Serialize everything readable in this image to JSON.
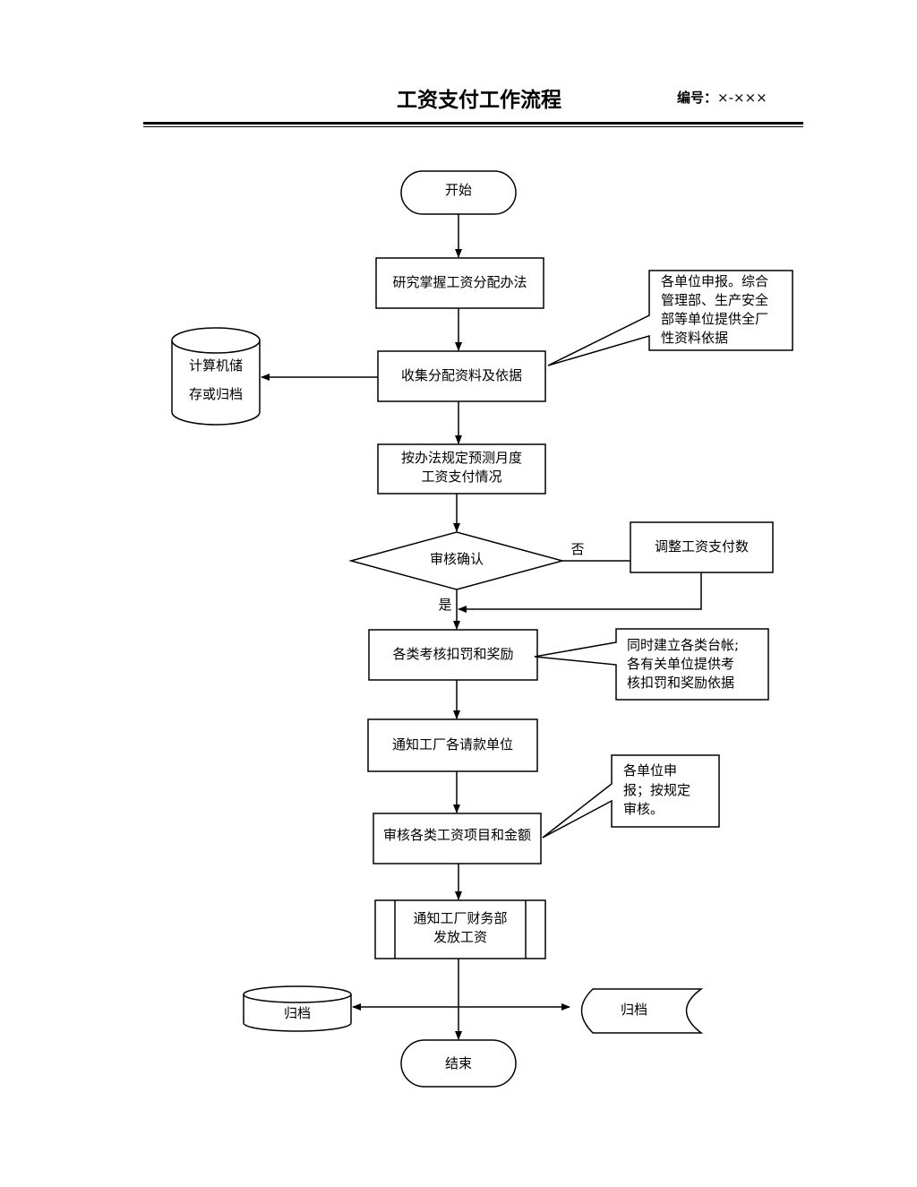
{
  "header": {
    "title": "工资支付工作流程",
    "code_label": "编号：",
    "code_value": "×-×××"
  },
  "nodes": {
    "start": "开始",
    "step1": "研究掌握工资分配办法",
    "step2": "收集分配资料及依据",
    "storage": [
      "计算机储",
      "存或归档"
    ],
    "step3": [
      "按办法规定预测月度",
      "工资支付情况"
    ],
    "decision": "审核确认",
    "adjust": "调整工资支付数",
    "step4": "各类考核扣罚和奖励",
    "step5": "通知工厂各请款单位",
    "step6": "审核各类工资项目和金额",
    "step7": [
      "通知工厂财务部",
      "发放工资"
    ],
    "archive_left": "归档",
    "archive_right": "归档",
    "end": "结束"
  },
  "edges": {
    "no_label": "否",
    "yes_label": "是"
  },
  "notes": {
    "note1": [
      "各单位申报。综合",
      "管理部、生产安全",
      "部等单位提供全厂",
      "性资料依据"
    ],
    "note2": [
      "同时建立各类台帐;",
      "各有关单位提供考",
      "核扣罚和奖励依据"
    ],
    "note3": [
      "各单位申",
      "报；按规定",
      "审核。"
    ]
  }
}
